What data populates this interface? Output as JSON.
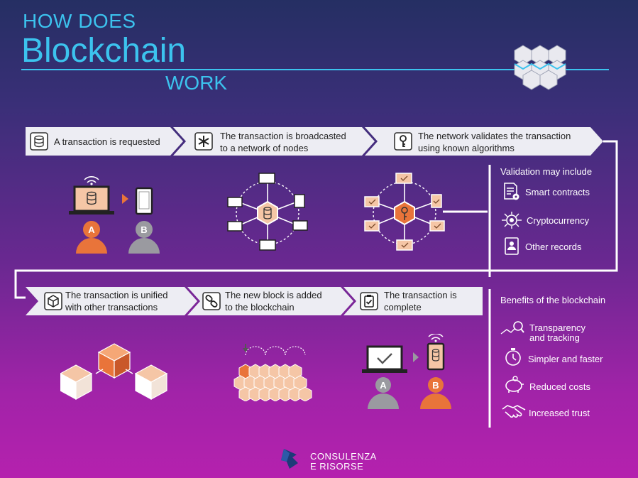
{
  "title": {
    "line1": "HOW DOES",
    "line2": "Blockchain",
    "line3": "WORK"
  },
  "steps": [
    {
      "text": "A transaction is requested",
      "icon": "database-icon"
    },
    {
      "text": "The transaction is broadcasted",
      "text2": "to a network of nodes",
      "icon": "asterisk-icon"
    },
    {
      "text": "The network validates the transaction",
      "text2": "using known algorithms",
      "icon": "key-icon"
    },
    {
      "text": "The transaction is unified",
      "text2": "with other transactions",
      "icon": "cube-icon"
    },
    {
      "text": "The new block is added",
      "text2": "to the blockchain",
      "icon": "chain-link-icon"
    },
    {
      "text": "The transaction is",
      "text2": "complete",
      "icon": "clipboard-check-icon"
    }
  ],
  "participants": {
    "a": "A",
    "b": "B"
  },
  "validation": {
    "heading": "Validation may include",
    "items": [
      {
        "label": "Smart contracts",
        "icon": "contract-gear-icon"
      },
      {
        "label": "Cryptocurrency",
        "icon": "crypto-chip-icon"
      },
      {
        "label": "Other records",
        "icon": "records-icon"
      }
    ]
  },
  "benefits": {
    "heading": "Benefits of the blockchain",
    "items": [
      {
        "label": "Transparency",
        "label2": "and tracking",
        "icon": "magnifier-tracking-icon"
      },
      {
        "label": "Simpler and faster",
        "icon": "stopwatch-icon"
      },
      {
        "label": "Reduced costs",
        "icon": "piggy-bank-icon"
      },
      {
        "label": "Increased trust",
        "icon": "handshake-icon"
      }
    ]
  },
  "footer": {
    "line1": "CONSULENZA",
    "line2": "E RISORSE"
  },
  "colors": {
    "accent": "#3cc3ee",
    "orange": "#e9743a",
    "peach": "#f5c6a6",
    "gray": "#9a9aa0",
    "chevron": "#ededf3"
  }
}
